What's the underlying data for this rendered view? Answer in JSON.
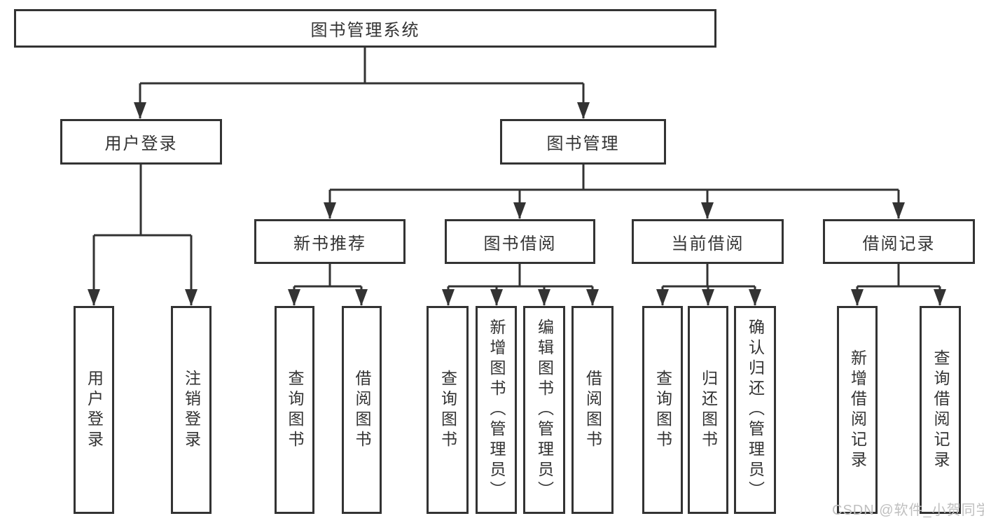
{
  "diagram": {
    "type": "hierarchy-tree",
    "tree": {
      "label": "图书管理系统",
      "children": [
        {
          "label": "用户登录",
          "children": [
            {
              "label": "用户登录"
            },
            {
              "label": "注销登录"
            }
          ]
        },
        {
          "label": "图书管理",
          "children": [
            {
              "label": "新书推荐",
              "children": [
                {
                  "label": "查询图书"
                },
                {
                  "label": "借阅图书"
                }
              ]
            },
            {
              "label": "图书借阅",
              "children": [
                {
                  "label": "查询图书"
                },
                {
                  "label": "新增图书（管理员）"
                },
                {
                  "label": "编辑图书（管理员）"
                },
                {
                  "label": "借阅图书"
                }
              ]
            },
            {
              "label": "当前借阅",
              "children": [
                {
                  "label": "查询图书"
                },
                {
                  "label": "归还图书"
                },
                {
                  "label": "确认归还（管理员）"
                }
              ]
            },
            {
              "label": "借阅记录",
              "children": [
                {
                  "label": "新增借阅记录"
                },
                {
                  "label": "查询借阅记录"
                }
              ]
            }
          ]
        }
      ]
    },
    "colors": {
      "line": "#333333",
      "box_border": "#333333",
      "text": "#333333",
      "background": "#ffffff",
      "watermark": "#bfbfbf"
    }
  },
  "watermark": "CSDN @软件_小贺同学"
}
